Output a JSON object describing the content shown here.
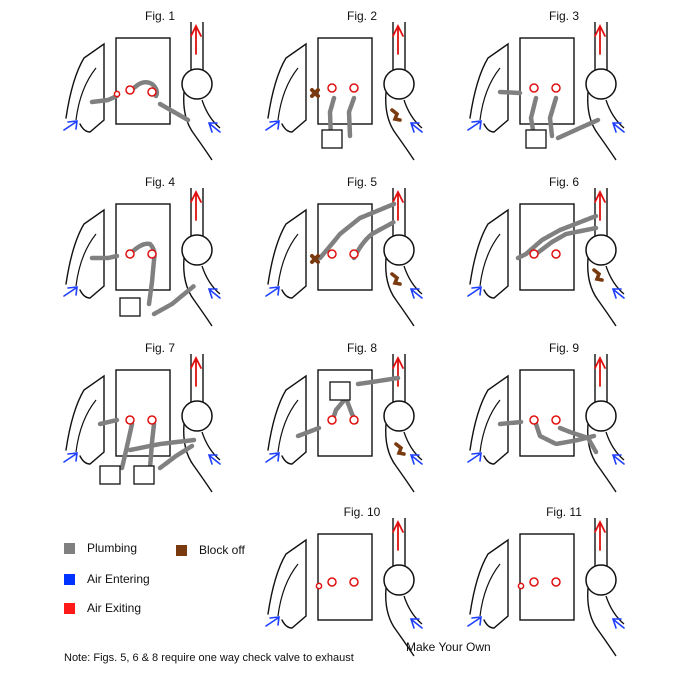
{
  "figures": [
    {
      "title": "Fig. 1",
      "block_left": false,
      "block_right": false,
      "valves": 0,
      "dots": "aaa"
    },
    {
      "title": "Fig. 2",
      "block_left": true,
      "block_right": true,
      "valves": 1,
      "dots": "ab"
    },
    {
      "title": "Fig. 3",
      "block_left": false,
      "block_right": false,
      "valves": 1,
      "dots": "ab"
    },
    {
      "title": "Fig. 4",
      "block_left": false,
      "block_right": false,
      "valves": 1,
      "dots": "ab"
    },
    {
      "title": "Fig. 5",
      "block_left": true,
      "block_right": true,
      "valves": 0,
      "dots": "ab"
    },
    {
      "title": "Fig. 6",
      "block_left": false,
      "block_right": true,
      "valves": 0,
      "dots": "ab"
    },
    {
      "title": "Fig. 7",
      "block_left": false,
      "block_right": false,
      "valves": 2,
      "dots": "ab"
    },
    {
      "title": "Fig. 8",
      "block_left": false,
      "block_right": true,
      "valves": 1,
      "dots": "ab"
    },
    {
      "title": "Fig. 9",
      "block_left": false,
      "block_right": false,
      "valves": 0,
      "dots": "ab"
    },
    {
      "title": "Fig. 10",
      "block_left": false,
      "block_right": false,
      "valves": 0,
      "dots": ""
    },
    {
      "title": "Fig. 11",
      "block_left": false,
      "block_right": false,
      "valves": 0,
      "dots": ""
    }
  ],
  "legend": {
    "plumbing": {
      "label": "Plumbing",
      "color": "#808080"
    },
    "air_entering": {
      "label": "Air Entering",
      "color": "#0033ff"
    },
    "air_exiting": {
      "label": "Air Exiting",
      "color": "#ff1a1a"
    },
    "block_off": {
      "label": "Block off",
      "color": "#7a3a10"
    }
  },
  "make_your_own": "Make Your Own",
  "note": "Note: Figs. 5, 6 & 8 require one way check valve to exhaust",
  "colors": {
    "line": "#111111",
    "pipe": "#808080",
    "port": "#e01010",
    "inflow": "#1f3fff",
    "outflow": "#e01010",
    "block": "#7a3a10"
  }
}
